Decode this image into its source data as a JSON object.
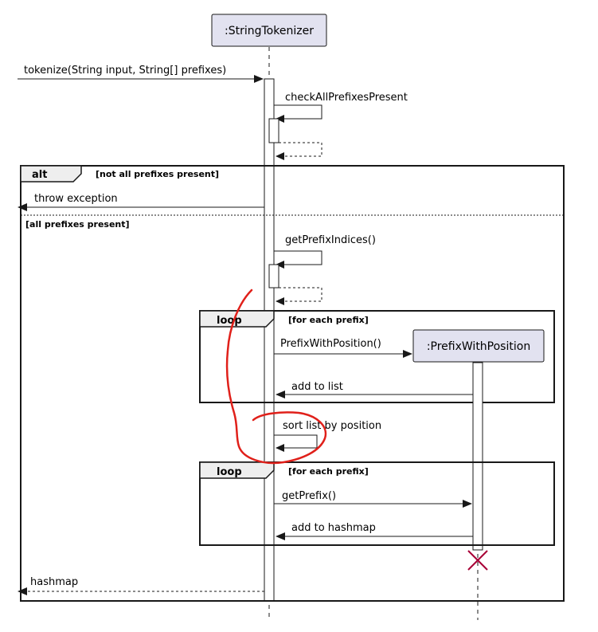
{
  "participants": {
    "tokenizer": ":StringTokenizer",
    "prefix_with_position": ":PrefixWithPosition"
  },
  "messages": {
    "tokenize": "tokenize(String input, String[] prefixes)",
    "check_all_prefixes": "checkAllPrefixesPresent",
    "throw_exception": "throw exception",
    "get_prefix_indices": "getPrefixIndices()",
    "prefix_with_position": "PrefixWithPosition()",
    "add_to_list": "add to list",
    "sort_list": "sort list by position",
    "get_prefix": "getPrefix()",
    "add_to_hashmap": "add to hashmap",
    "hashmap": "hashmap"
  },
  "fragments": {
    "alt": {
      "keyword": "alt",
      "guard_1": "[not all prefixes present]",
      "guard_2": "[all prefixes present]"
    },
    "loop_1": {
      "keyword": "loop",
      "guard": "[for each prefix]"
    },
    "loop_2": {
      "keyword": "loop",
      "guard": "[for each prefix]"
    }
  },
  "colors": {
    "participant_fill": "#e2e2f0",
    "participant_border": "#181818",
    "destroy_mark": "#a80036",
    "annotation": "#e0201a"
  }
}
